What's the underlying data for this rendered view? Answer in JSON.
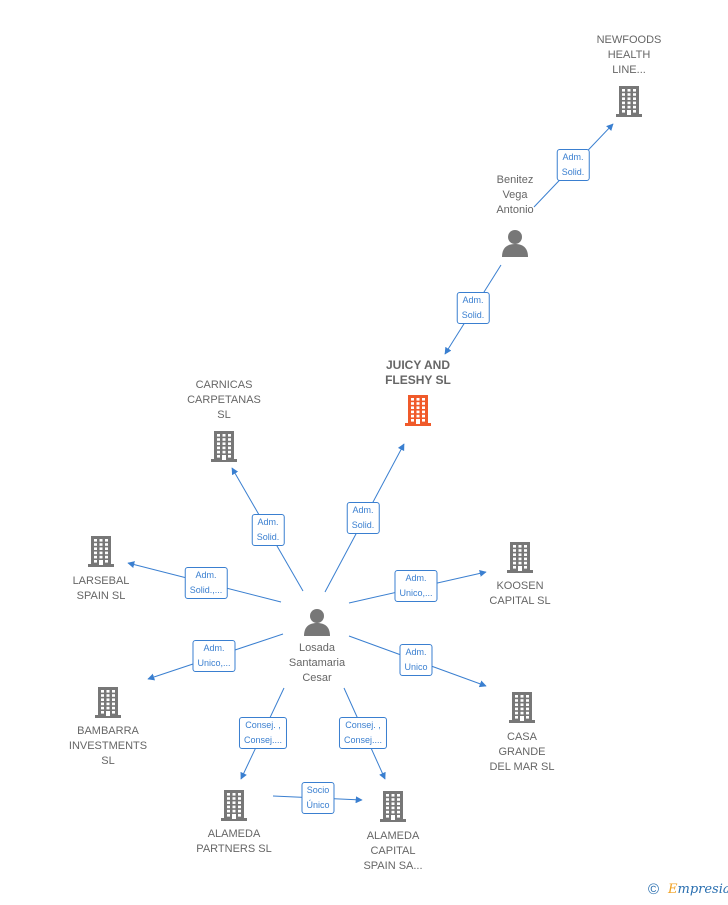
{
  "colors": {
    "edge": "#3a7fd0",
    "node": "#777777",
    "highlight": "#f05a2a"
  },
  "nodes": [
    {
      "id": "juicy",
      "type": "company",
      "highlight": true,
      "lines": [
        "JUICY AND",
        "FLESHY  SL"
      ]
    },
    {
      "id": "newfoods",
      "type": "company",
      "lines": [
        "NEWFOODS",
        "HEALTH",
        "LINE..."
      ]
    },
    {
      "id": "benitez",
      "type": "person",
      "lines": [
        "Benitez",
        "Vega",
        "Antonio"
      ]
    },
    {
      "id": "carnicas",
      "type": "company",
      "lines": [
        "CARNICAS",
        "CARPETANAS",
        "SL"
      ]
    },
    {
      "id": "larsebal",
      "type": "company",
      "lines": [
        "LARSEBAL",
        "SPAIN  SL"
      ]
    },
    {
      "id": "bambarra",
      "type": "company",
      "lines": [
        "BAMBARRA",
        "INVESTMENTS",
        "SL"
      ]
    },
    {
      "id": "losada",
      "type": "person",
      "lines": [
        "Losada",
        "Santamaria",
        "Cesar"
      ]
    },
    {
      "id": "koosen",
      "type": "company",
      "lines": [
        "KOOSEN",
        "CAPITAL  SL"
      ]
    },
    {
      "id": "casa",
      "type": "company",
      "lines": [
        "CASA",
        "GRANDE",
        "DEL MAR  SL"
      ]
    },
    {
      "id": "alameda_partners",
      "type": "company",
      "lines": [
        "ALAMEDA",
        "PARTNERS  SL"
      ]
    },
    {
      "id": "alameda_capital",
      "type": "company",
      "lines": [
        "ALAMEDA",
        "CAPITAL",
        "SPAIN SA..."
      ]
    }
  ],
  "edges": [
    {
      "id": "e1",
      "from": "benitez",
      "to": "newfoods",
      "label": [
        "Adm.",
        "Solid."
      ]
    },
    {
      "id": "e2",
      "from": "benitez",
      "to": "juicy",
      "label": [
        "Adm.",
        "Solid."
      ]
    },
    {
      "id": "e3",
      "from": "losada",
      "to": "juicy",
      "label": [
        "Adm.",
        "Solid."
      ]
    },
    {
      "id": "e4",
      "from": "losada",
      "to": "carnicas",
      "label": [
        "Adm.",
        "Solid."
      ]
    },
    {
      "id": "e5",
      "from": "losada",
      "to": "larsebal",
      "label": [
        "Adm.",
        "Solid.,..."
      ]
    },
    {
      "id": "e6",
      "from": "losada",
      "to": "koosen",
      "label": [
        "Adm.",
        "Unico,..."
      ]
    },
    {
      "id": "e7",
      "from": "losada",
      "to": "bambarra",
      "label": [
        "Adm.",
        "Unico,..."
      ]
    },
    {
      "id": "e8",
      "from": "losada",
      "to": "casa",
      "label": [
        "Adm.",
        "Unico"
      ]
    },
    {
      "id": "e9",
      "from": "losada",
      "to": "alameda_partners",
      "label": [
        "Consej. ,",
        "Consej...."
      ]
    },
    {
      "id": "e10",
      "from": "losada",
      "to": "alameda_capital",
      "label": [
        "Consej. ,",
        "Consej...."
      ]
    },
    {
      "id": "e11",
      "from": "alameda_partners",
      "to": "alameda_capital",
      "label": [
        "Socio",
        "Único"
      ]
    }
  ],
  "footer": {
    "copyright": "©",
    "brand_first": "E",
    "brand_rest": "mpresia"
  }
}
